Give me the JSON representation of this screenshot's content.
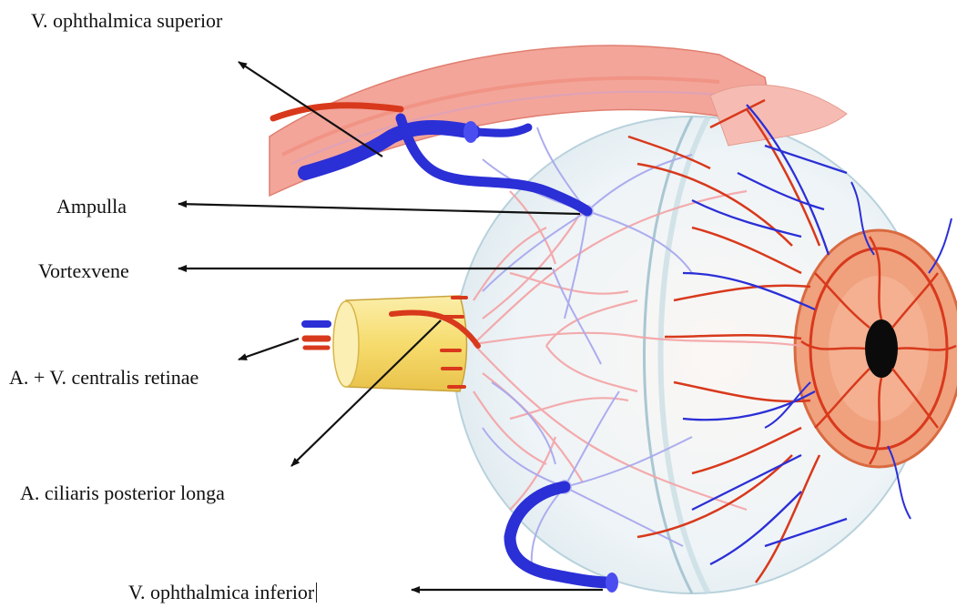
{
  "labels": {
    "v_ophthalmica_superior": "V. ophthalmica superior",
    "ampulla": "Ampulla",
    "vortexvene": "Vortexvene",
    "centralis_retinae": "A. + V. centralis retinae",
    "ciliaris_posterior_longa": "A. ciliaris posterior longa",
    "v_ophthalmica_inferior": "V. ophthalmica inferior"
  },
  "colors": {
    "vein": "#2b2fd6",
    "artery": "#d8391c",
    "muscle": "#f3a59a",
    "optic_nerve": "#f7e07a",
    "iris": "#f0a17e",
    "globe_vessel_red": "#f4a3a6",
    "globe_vessel_blue": "#a9a9ee"
  }
}
